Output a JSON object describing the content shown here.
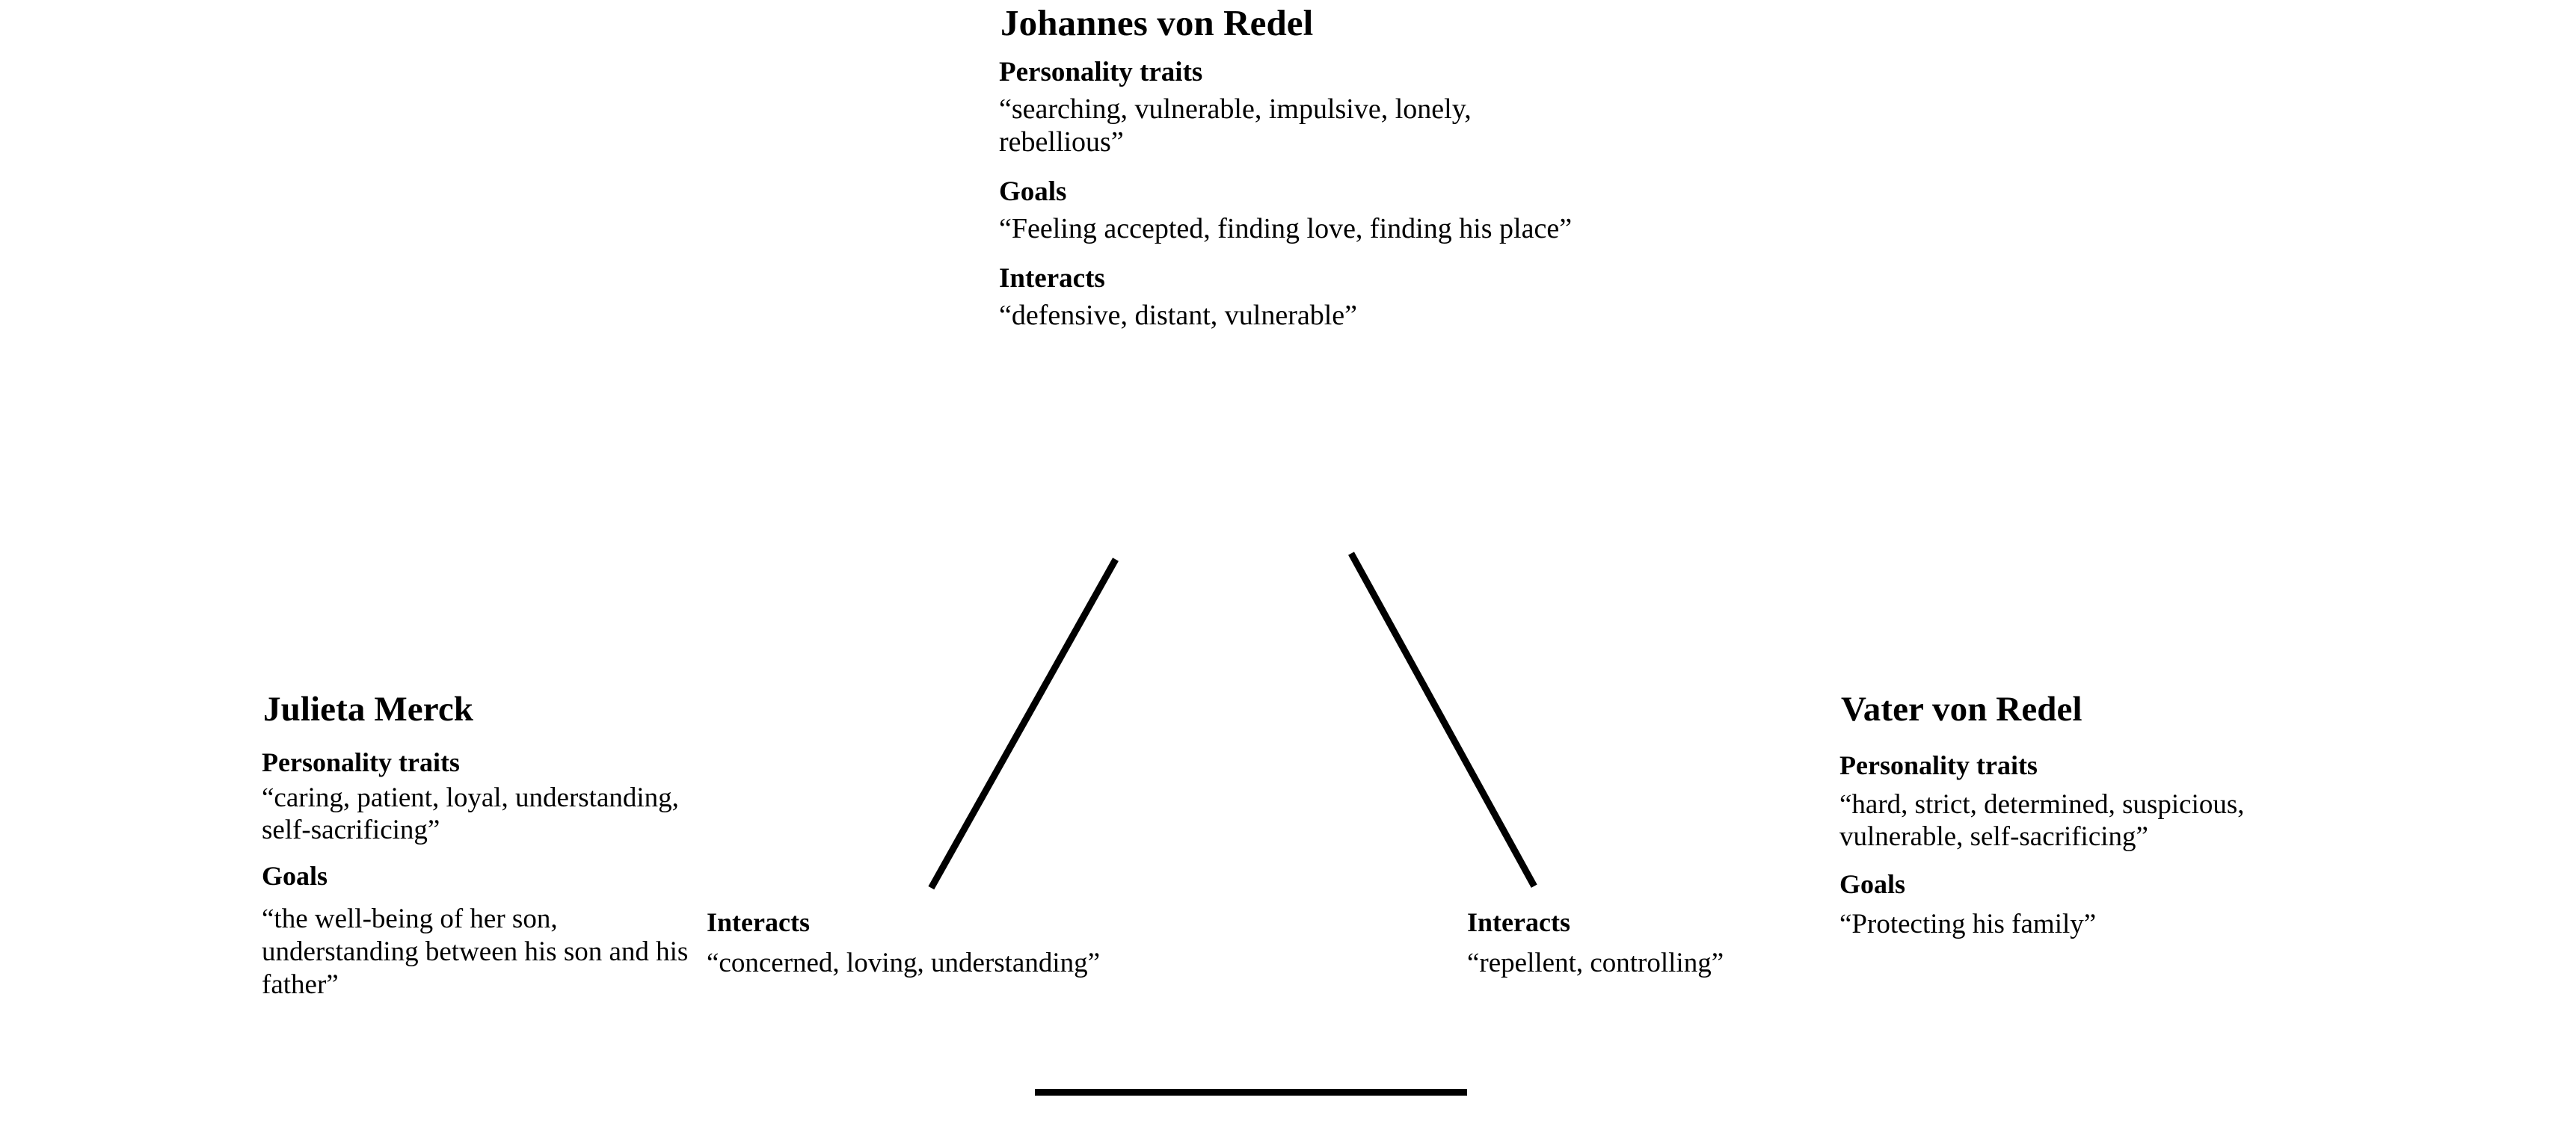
{
  "diagram": {
    "type": "character-relationship-triangle",
    "line_color": "#000000",
    "background_color": "#ffffff",
    "text_color": "#000000"
  },
  "labels": {
    "personality_traits": "Personality traits",
    "goals": "Goals",
    "interacts": "Interacts"
  },
  "nodes": {
    "top": {
      "name": "Johannes von Redel",
      "personality_traits": "“searching, vulnerable, impulsive, lonely, rebellious”",
      "goals": "“Feeling accepted, finding love, finding his place”",
      "interacts": "“defensive, distant, vulnerable”"
    },
    "left": {
      "name": "Julieta Merck",
      "personality_traits": "“caring, patient, loyal, understanding, self-sacrificing”",
      "goals": "“the well-being of her son, understanding between his son and his father”"
    },
    "right": {
      "name": "Vater von Redel",
      "personality_traits": "“hard, strict, determined, suspicious, vulnerable, self-sacrificing”",
      "goals": "“Protecting his family”"
    }
  },
  "edges": {
    "left": {
      "label": "Interacts",
      "value": "“concerned, loving, understanding”"
    },
    "right": {
      "label": "Interacts",
      "value": "“repellent, controlling”"
    }
  }
}
